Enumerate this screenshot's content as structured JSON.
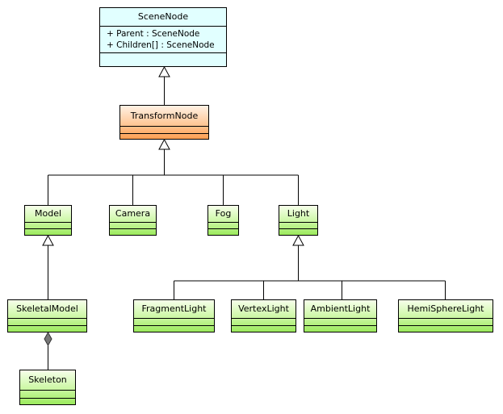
{
  "diagram": {
    "classes": {
      "scene_node": {
        "name": "SceneNode",
        "attributes": [
          "+ Parent : SceneNode",
          "+ Children[] : SceneNode"
        ]
      },
      "transform_node": {
        "name": "TransformNode"
      },
      "model": {
        "name": "Model"
      },
      "camera": {
        "name": "Camera"
      },
      "fog": {
        "name": "Fog"
      },
      "light": {
        "name": "Light"
      },
      "skeletal_model": {
        "name": "SkeletalModel"
      },
      "skeleton": {
        "name": "Skeleton"
      },
      "fragment_light": {
        "name": "FragmentLight"
      },
      "vertex_light": {
        "name": "VertexLight"
      },
      "ambient_light": {
        "name": "AmbientLight"
      },
      "hemisphere_light": {
        "name": "HemiSphereLight"
      }
    },
    "colors": {
      "root_fill": "#e1ffff",
      "transform_fill": "#fd9f52",
      "class_fill": "#9bea5c",
      "line": "#000000"
    }
  }
}
